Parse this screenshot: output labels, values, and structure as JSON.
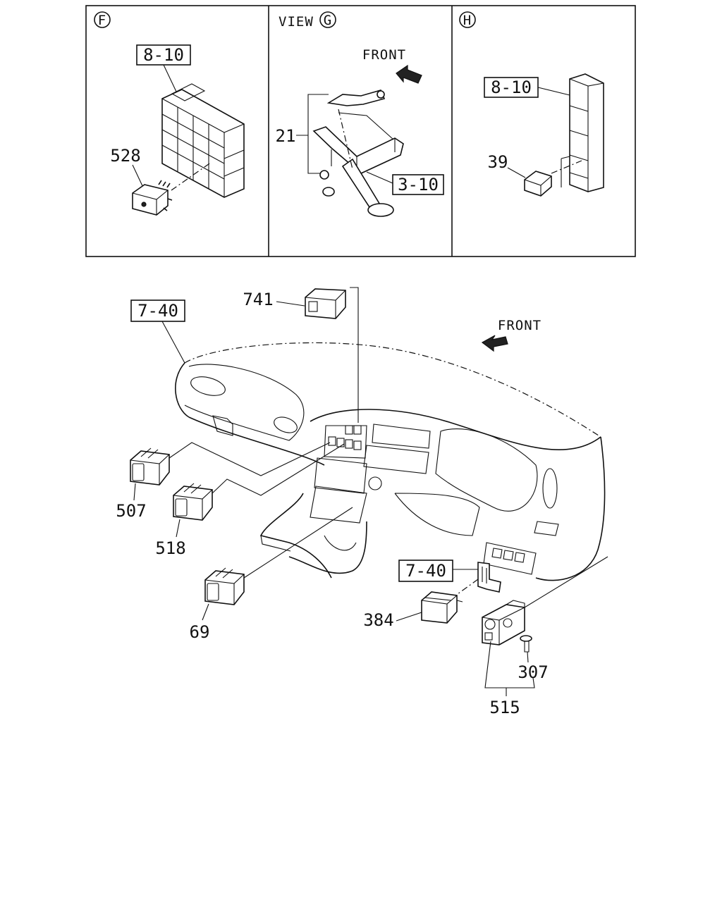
{
  "panels": {
    "f": {
      "letter": "F",
      "refs": [
        "8-10"
      ],
      "parts": [
        "528"
      ]
    },
    "g": {
      "view_prefix": "VIEW",
      "letter": "G",
      "front": "FRONT",
      "refs": [
        "3-10"
      ],
      "parts": [
        "21"
      ]
    },
    "h": {
      "letter": "H",
      "refs": [
        "8-10"
      ],
      "parts": [
        "39"
      ]
    }
  },
  "main": {
    "front": "FRONT",
    "refs": [
      "7-40",
      "7-40"
    ],
    "parts": [
      "741",
      "507",
      "518",
      "69",
      "384",
      "307",
      "515"
    ]
  }
}
